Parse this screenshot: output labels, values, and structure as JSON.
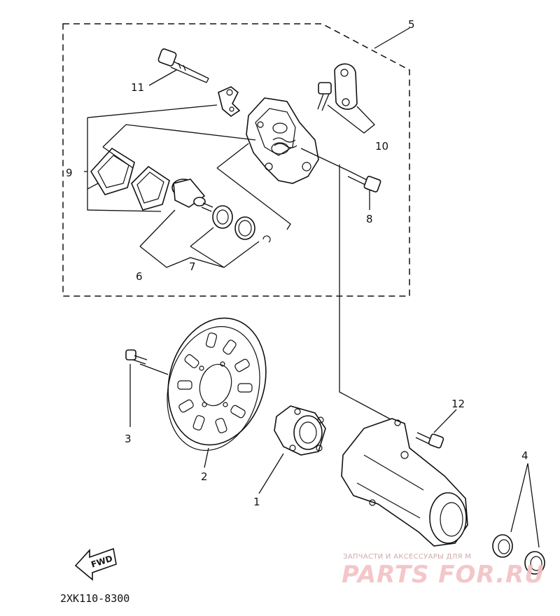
{
  "diagram": {
    "callouts": [
      "1",
      "2",
      "3",
      "4",
      "5",
      "6",
      "7",
      "8",
      "9",
      "10",
      "11",
      "12"
    ],
    "arrow_label": "FWD",
    "diagram_code": "2XK110-8300"
  },
  "watermark": {
    "tagline": "ЗАПЧАСТИ И АКСЕССУАРЫ ДЛЯ М",
    "logo": "PARTS FOR.RU"
  }
}
